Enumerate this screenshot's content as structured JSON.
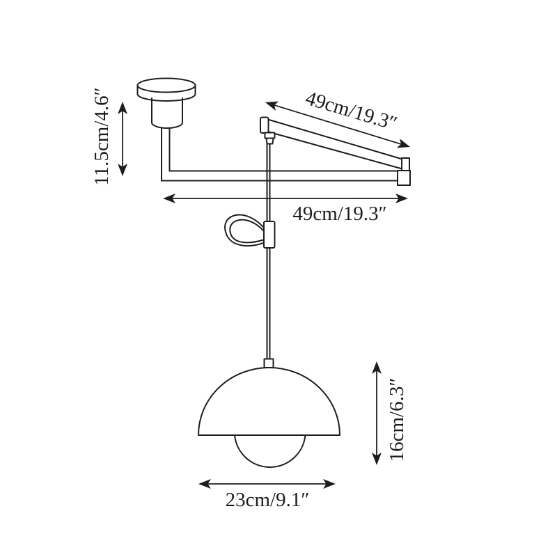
{
  "page": {
    "background_color": "#ffffff",
    "line_color": "#1d1d1d",
    "description": "Dimension drawing of a swing-arm pendant lamp with dome shade"
  },
  "diagram": {
    "labels": {
      "canopy_drop_height": "11.5cm/4.6″",
      "swing_arm_length": "49cm/19.3″",
      "horizontal_arm_length": "49cm/19.3″",
      "shade_height": "16cm/6.3″",
      "shade_diameter": "23cm/9.1″"
    }
  }
}
